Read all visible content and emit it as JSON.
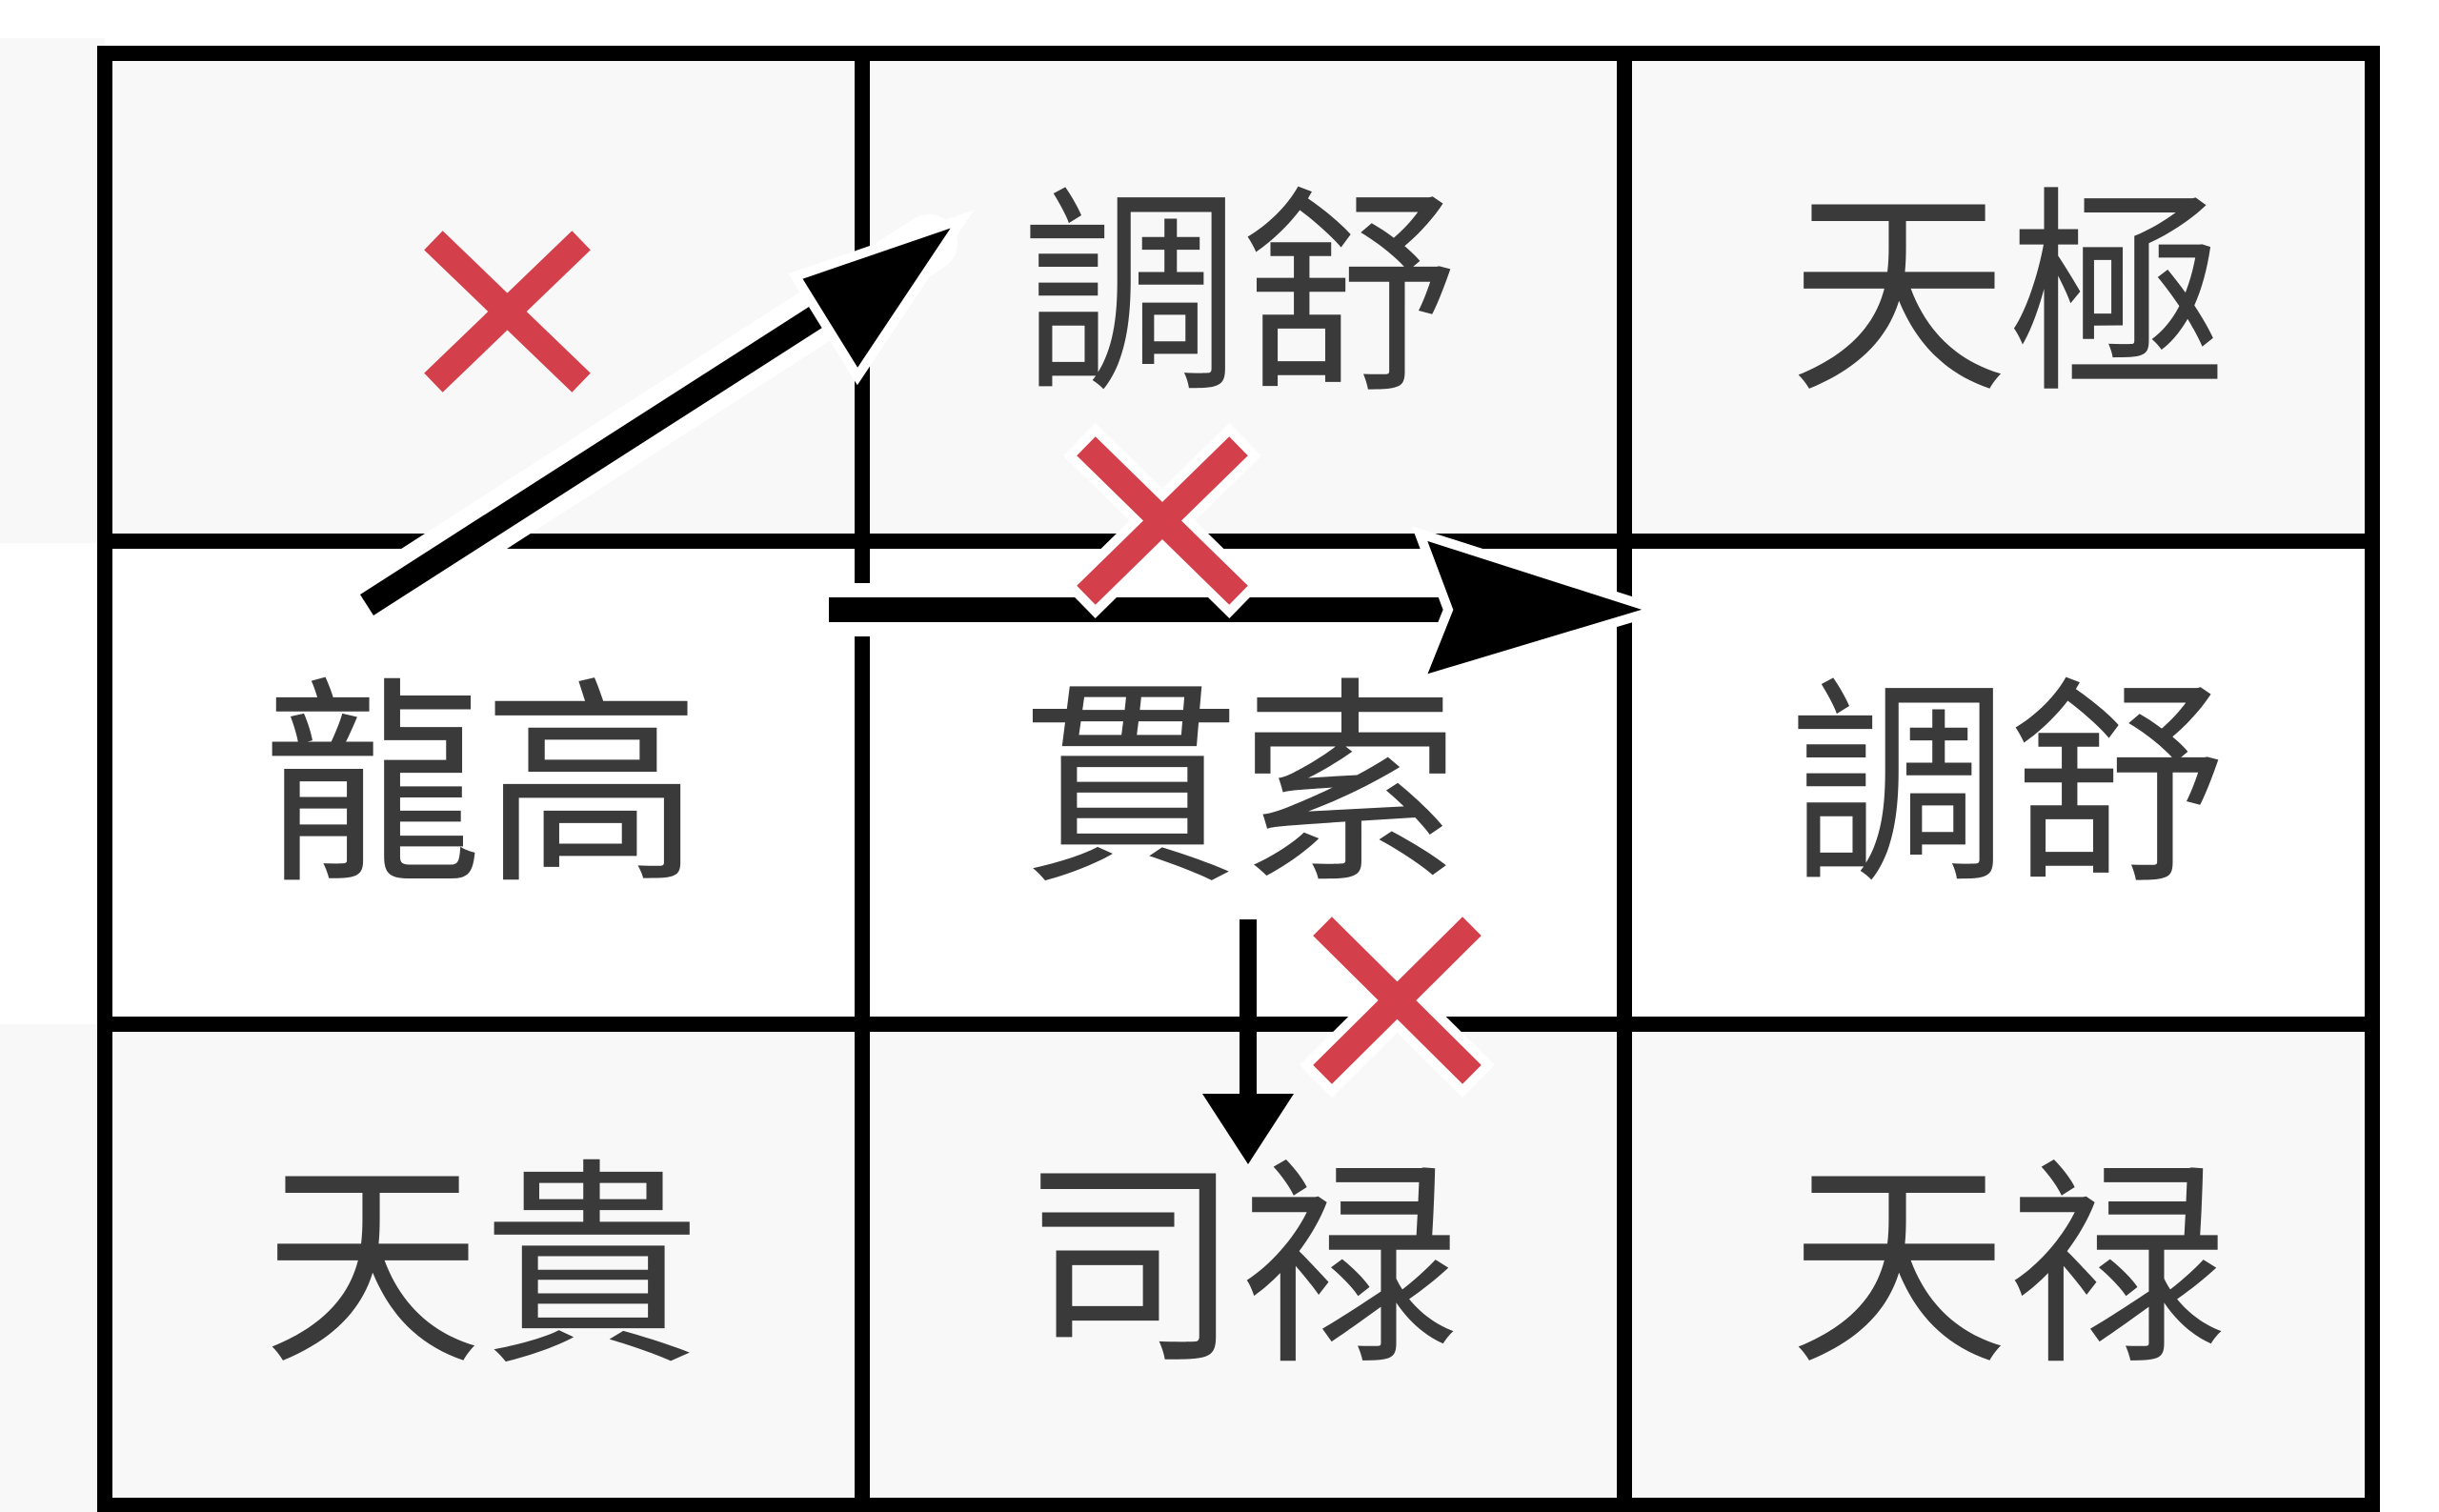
{
  "grid": {
    "rows": 3,
    "cols": 3,
    "cells": [
      {
        "row": 0,
        "col": 0,
        "text": "",
        "shade": "light"
      },
      {
        "row": 0,
        "col": 1,
        "text": "調舒",
        "shade": "light"
      },
      {
        "row": 0,
        "col": 2,
        "text": "天極",
        "shade": "light"
      },
      {
        "row": 1,
        "col": 0,
        "text": "龍高",
        "shade": "white"
      },
      {
        "row": 1,
        "col": 1,
        "text": "貫索",
        "shade": "white"
      },
      {
        "row": 1,
        "col": 2,
        "text": "調舒",
        "shade": "white"
      },
      {
        "row": 2,
        "col": 0,
        "text": "天貴",
        "shade": "light"
      },
      {
        "row": 2,
        "col": 1,
        "text": "司禄",
        "shade": "light"
      },
      {
        "row": 2,
        "col": 2,
        "text": "天禄",
        "shade": "light"
      }
    ]
  },
  "arrows": [
    {
      "from": "middle-left",
      "to": "top-middle",
      "blocked": true
    },
    {
      "from": "center",
      "to": "middle-right",
      "blocked": true
    },
    {
      "from": "center",
      "to": "bottom-middle",
      "blocked": true
    }
  ],
  "colors": {
    "grid_line": "#000000",
    "cell_light": "#f7f8f7",
    "cell_white": "#ffffff",
    "text": "#3a3a3a",
    "cross": "#d3404c",
    "arrow": "#000000"
  }
}
